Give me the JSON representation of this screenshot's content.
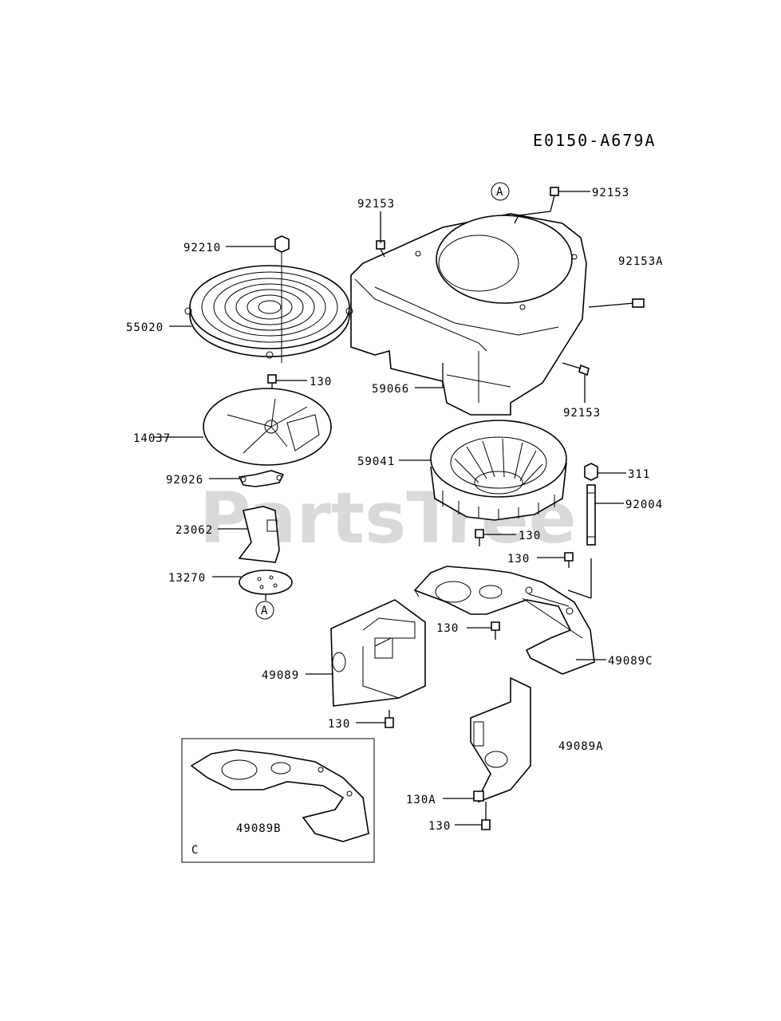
{
  "diagram_code": "E0150-A679A",
  "watermark": "PartsTree",
  "ref_marker": "A",
  "inset_letter": "C",
  "labels": {
    "p92153_top": "92153",
    "p92153_right": "92153",
    "p92153A": "92153A",
    "p92153_bottom": "92153",
    "p92210": "92210",
    "p55020": "55020",
    "p130_a": "130",
    "p59066": "59066",
    "p14037": "14037",
    "p59041": "59041",
    "p311": "311",
    "p92026": "92026",
    "p92004": "92004",
    "p23062": "23062",
    "p130_b": "130",
    "p130_c": "130",
    "p13270": "13270",
    "p130_d": "130",
    "p49089C": "49089C",
    "p49089": "49089",
    "p130_e": "130",
    "p49089A": "49089A",
    "p130A": "130A",
    "p130_f": "130",
    "p49089B": "49089B"
  }
}
